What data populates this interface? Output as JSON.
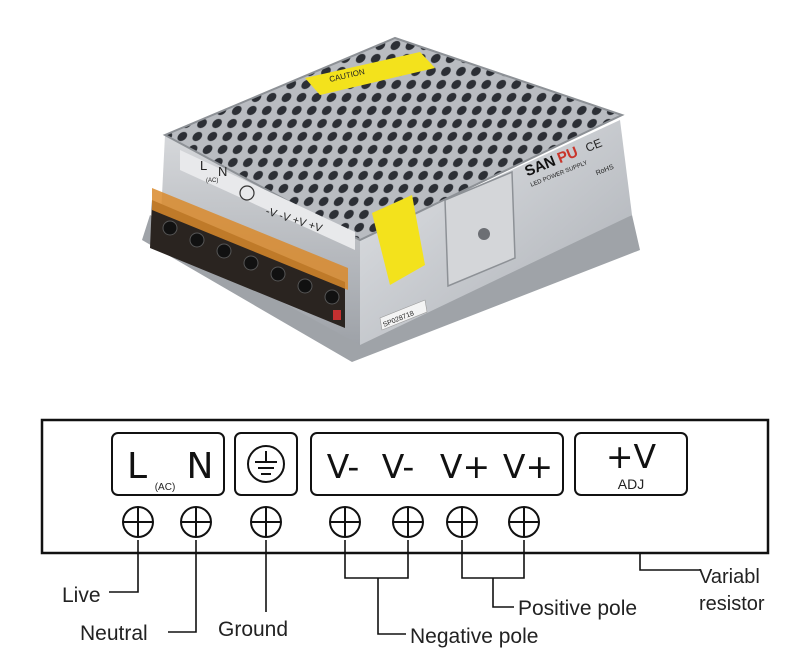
{
  "photo": {
    "brand": "SANPU",
    "brand_part1": "SAN",
    "brand_part2": "PU",
    "product_line": "LED POWER SUPPLY",
    "caution_label": "CAUTION",
    "serial": "SP028718",
    "cert_ce": "CE",
    "cert_rohs": "RoHS",
    "terminal_labels": {
      "l": "L",
      "ac": "(AC)",
      "n": "N",
      "outputs": "-V -V +V +V"
    },
    "colors": {
      "case": "#c9ccd0",
      "terminal_block": "#2a2420",
      "terminal_cover": "#d98a2b",
      "warning_sticker": "#f3e21c"
    }
  },
  "diagram": {
    "terminals": {
      "L": "L",
      "ac": "(AC)",
      "N": "N",
      "v_minus_1": "V-",
      "v_minus_2": "V-",
      "v_plus_1": "V+",
      "v_plus_2": "V+",
      "adj_top": "+V",
      "adj_bottom": "ADJ"
    },
    "labels": {
      "live": "Live",
      "neutral": "Neutral",
      "ground": "Ground",
      "negative_pole": "Negative pole",
      "positive_pole": "Positive pole",
      "variable_line1": "Variabl",
      "variable_line2": "resistor"
    },
    "screw_count": 7
  }
}
